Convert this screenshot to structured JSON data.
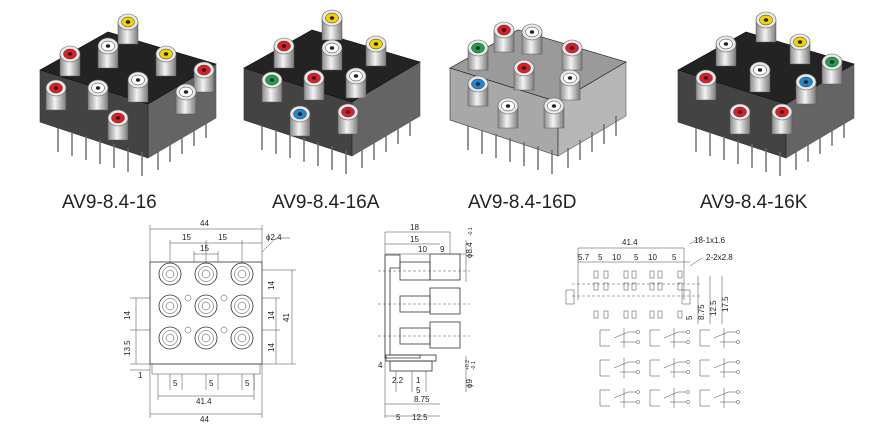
{
  "products": [
    {
      "label": "AV9-8.4-16",
      "body": "#232323",
      "jacks": [
        "#f2d400",
        "#e31b23",
        "#ffffff",
        "#f2d400",
        "#e31b23",
        "#e31b23",
        "#ffffff",
        "#ffffff",
        "#ffffff",
        "#e31b23"
      ]
    },
    {
      "label": "AV9-8.4-16A",
      "body": "#232323",
      "jacks": [
        "#f2d400",
        "#e31b23",
        "#ffffff",
        "#f2d400",
        "#19a34a",
        "#e31b23",
        "#ffffff",
        "#1b87d6",
        "#e31b23"
      ]
    },
    {
      "label": "AV9-8.4-16D",
      "body": "#9a9a9a",
      "jacks": [
        "#e31b23",
        "#19a34a",
        "#ffffff",
        "#e31b23",
        "#1b87d6",
        "#e31b23",
        "#ffffff",
        "#ffffff",
        "#ffffff"
      ]
    },
    {
      "label": "AV9-8.4-16K",
      "body": "#232323",
      "jacks": [
        "#f2d400",
        "#ffffff",
        "#f2d400",
        "#19a34a",
        "#e31b23",
        "#ffffff",
        "#1b87d6",
        "#e31b23",
        "#e31b23"
      ]
    }
  ],
  "front_view": {
    "dims": [
      "44",
      "15",
      "15",
      "15",
      "ϕ2.4",
      "13.5",
      "14",
      "14",
      "14",
      "14",
      "41",
      "1",
      "5",
      "5",
      "5",
      "41.4",
      "44"
    ]
  },
  "side_view": {
    "dims": [
      "18",
      "15",
      "10",
      "9",
      "ϕ8.4",
      "-0.1",
      "4",
      "2.2",
      "1",
      "5",
      "8.75",
      "5",
      "12.5",
      "ϕ9",
      "+0.2",
      "-0.1"
    ]
  },
  "pcb_view": {
    "dims": [
      "41.4",
      "18-1x1.6",
      "2-2x2.8",
      "5.7",
      "5",
      "10",
      "5",
      "10",
      "5",
      "8.75",
      "12.5",
      "17.5",
      "5"
    ]
  }
}
